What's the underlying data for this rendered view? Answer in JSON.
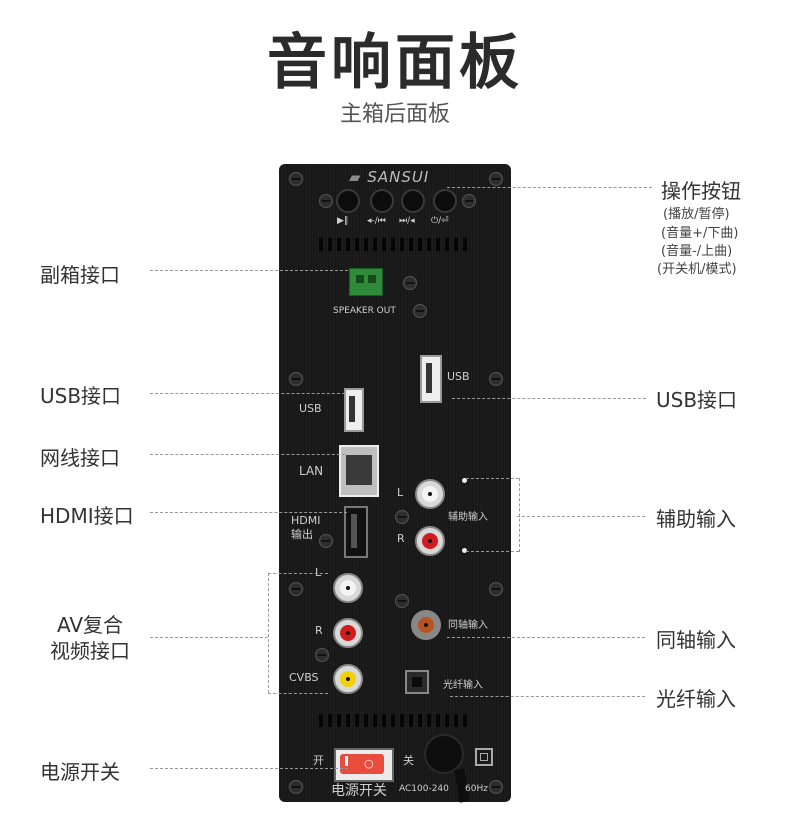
{
  "header": {
    "title": "音响面板",
    "subtitle": "主箱后面板"
  },
  "panel": {
    "brand": "SANSUI",
    "button_icons": [
      "▶‖",
      "◂-/⏮",
      "⏭/◂",
      "⏻/⏎"
    ],
    "speaker_out": "SPEAKER OUT",
    "usb_left": "USB",
    "usb_right": "USB",
    "lan": "LAN",
    "hdmi": "HDMI\n输出",
    "aux_in": "辅助输入",
    "coax_in": "同轴输入",
    "optical_in": "光纤输入",
    "l1": "L",
    "r1": "R",
    "l2": "L",
    "r2": "R",
    "cvbs": "CVBS",
    "switch_on": "开",
    "switch_off": "关",
    "power_switch": "电源开关",
    "ac_rating": "AC100-240",
    "hz_rating": "60Hz"
  },
  "callouts": {
    "buttons": "操作按钮",
    "buttons_desc": [
      "(播放/暂停)",
      "(音量+/下曲)",
      "(音量-/上曲)",
      "(开关机/模式)"
    ],
    "sub_port": "副箱接口",
    "usb_left": "USB接口",
    "usb_right": "USB接口",
    "lan": "网线接口",
    "hdmi": "HDMI接口",
    "aux": "辅助输入",
    "av": "AV复合\n视频接口",
    "coax": "同轴输入",
    "optical": "光纤输入",
    "power": "电源开关"
  }
}
